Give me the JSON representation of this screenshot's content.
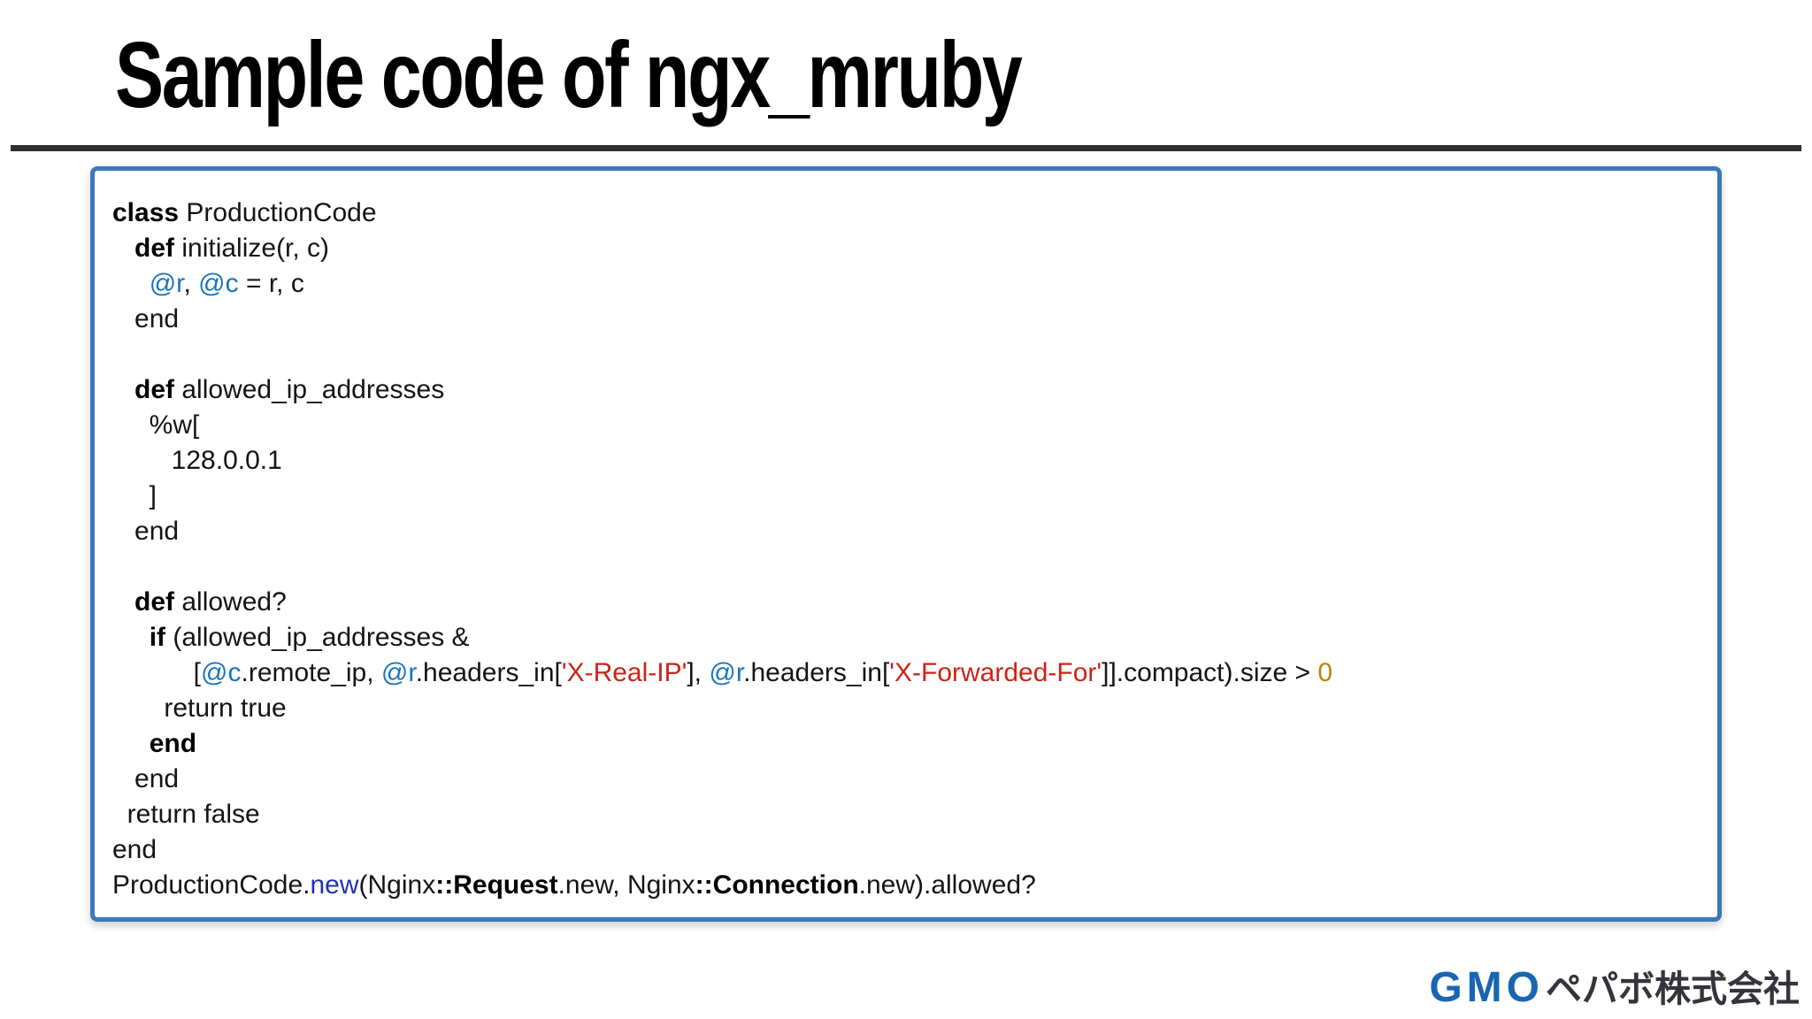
{
  "title": "Sample code of ngx_mruby",
  "colors": {
    "box_border_blue": "#3a79be",
    "divider_dark": "#2e2e2e",
    "ivar_blue": "#1b75bc",
    "string_red": "#cc2417",
    "number_gold": "#b8860b",
    "method_new_blue": "#1f31b5",
    "logo_blue": "#1866b2",
    "logo_dark": "#34343c"
  },
  "code": {
    "lines": [
      [
        {
          "t": "class",
          "s": "kw"
        },
        {
          "t": " ProductionCode",
          "s": "p"
        }
      ],
      [
        {
          "t": "   ",
          "s": "p"
        },
        {
          "t": "def",
          "s": "kw"
        },
        {
          "t": " initialize(r, c)",
          "s": "p"
        }
      ],
      [
        {
          "t": "     ",
          "s": "p"
        },
        {
          "t": "@r",
          "s": "iv"
        },
        {
          "t": ", ",
          "s": "p"
        },
        {
          "t": "@c",
          "s": "iv"
        },
        {
          "t": " = r, c",
          "s": "p"
        }
      ],
      [
        {
          "t": "   end",
          "s": "p"
        }
      ],
      [],
      [
        {
          "t": "   ",
          "s": "p"
        },
        {
          "t": "def",
          "s": "kw"
        },
        {
          "t": " allowed_ip_addresses",
          "s": "p"
        }
      ],
      [
        {
          "t": "     %w[",
          "s": "p"
        }
      ],
      [
        {
          "t": "        128.0.0.1",
          "s": "p"
        }
      ],
      [
        {
          "t": "     ]",
          "s": "p"
        }
      ],
      [
        {
          "t": "   end",
          "s": "p"
        }
      ],
      [],
      [
        {
          "t": "   ",
          "s": "p"
        },
        {
          "t": "def",
          "s": "kw"
        },
        {
          "t": " allowed?",
          "s": "p"
        }
      ],
      [
        {
          "t": "     ",
          "s": "p"
        },
        {
          "t": "if",
          "s": "kw"
        },
        {
          "t": " (allowed_ip_addresses &",
          "s": "p"
        }
      ],
      [
        {
          "t": "           [",
          "s": "p"
        },
        {
          "t": "@c",
          "s": "iv"
        },
        {
          "t": ".remote_ip, ",
          "s": "p"
        },
        {
          "t": "@r",
          "s": "iv"
        },
        {
          "t": ".headers_in[",
          "s": "p"
        },
        {
          "t": "'X-Real-IP'",
          "s": "str"
        },
        {
          "t": "], ",
          "s": "p"
        },
        {
          "t": "@r",
          "s": "iv"
        },
        {
          "t": ".headers_in[",
          "s": "p"
        },
        {
          "t": "'X-Forwarded-For'",
          "s": "str"
        },
        {
          "t": "]].compact).size > ",
          "s": "p"
        },
        {
          "t": "0",
          "s": "num"
        }
      ],
      [
        {
          "t": "       return true",
          "s": "p"
        }
      ],
      [
        {
          "t": "     ",
          "s": "p"
        },
        {
          "t": "end",
          "s": "kw"
        }
      ],
      [
        {
          "t": "   end",
          "s": "p"
        }
      ],
      [
        {
          "t": "  return false",
          "s": "p"
        }
      ],
      [
        {
          "t": "end",
          "s": "p"
        }
      ],
      [
        {
          "t": "ProductionCode.",
          "s": "p"
        },
        {
          "t": "new",
          "s": "mb"
        },
        {
          "t": "(Nginx",
          "s": "p"
        },
        {
          "t": "::Request",
          "s": "kw"
        },
        {
          "t": ".new, Nginx",
          "s": "p"
        },
        {
          "t": "::Connection",
          "s": "kw"
        },
        {
          "t": ".new).allowed?",
          "s": "p"
        }
      ]
    ]
  },
  "logo": {
    "gmo": "GMO",
    "company": "ペパボ株式会社"
  }
}
